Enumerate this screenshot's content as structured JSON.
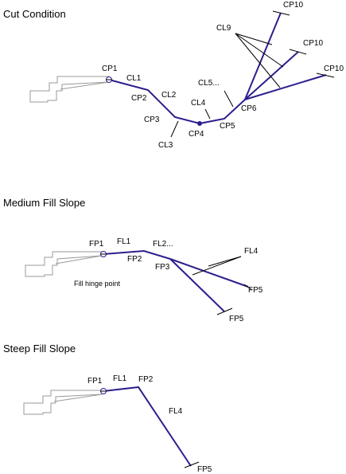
{
  "colors": {
    "slope_line": "#2b1f8c",
    "template": "#9a9a9a",
    "text": "#000000",
    "background": "#ffffff"
  },
  "panels": {
    "cut": {
      "title": "Cut Condition",
      "labels": {
        "cp1": "CP1",
        "cl1": "CL1",
        "cp2": "CP2",
        "cl2": "CL2",
        "cp3": "CP3",
        "cl3": "CL3",
        "cl4": "CL4",
        "cp4": "CP4",
        "cl5": "CL5...",
        "cp5": "CP5",
        "cp6": "CP6",
        "cl9": "CL9",
        "cp10_a": "CP10",
        "cp10_b": "CP10",
        "cp10_c": "CP10"
      }
    },
    "medium_fill": {
      "title": "Medium Fill Slope",
      "labels": {
        "fp1": "FP1",
        "fl1": "FL1",
        "fl2": "FL2...",
        "fp2": "FP2",
        "fp3": "FP3",
        "fl4": "FL4",
        "fp5_a": "FP5",
        "fp5_b": "FP5",
        "hinge": "Fill hinge point"
      }
    },
    "steep_fill": {
      "title": "Steep Fill Slope",
      "labels": {
        "fp1": "FP1",
        "fl1": "FL1",
        "fp2": "FP2",
        "fl4": "FL4",
        "fp5": "FP5"
      }
    }
  }
}
